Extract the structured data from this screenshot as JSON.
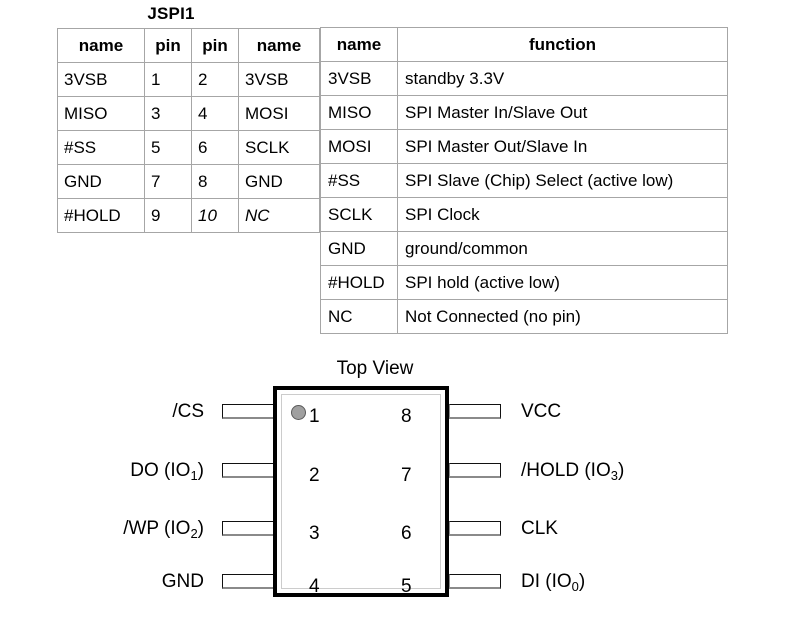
{
  "header_table": {
    "title": "JSPI1",
    "columns": [
      "name",
      "pin",
      "pin",
      "name"
    ],
    "rows": [
      {
        "name_left": "3VSB",
        "pin_left": "1",
        "pin_right": "2",
        "name_right": "3VSB",
        "italic": false
      },
      {
        "name_left": "MISO",
        "pin_left": "3",
        "pin_right": "4",
        "name_right": "MOSI",
        "italic": false
      },
      {
        "name_left": "#SS",
        "pin_left": "5",
        "pin_right": "6",
        "name_right": "SCLK",
        "italic": false
      },
      {
        "name_left": "GND",
        "pin_left": "7",
        "pin_right": "8",
        "name_right": "GND",
        "italic": false
      },
      {
        "name_left": "#HOLD",
        "pin_left": "9",
        "pin_right": "10",
        "name_right": "NC",
        "italic": true
      }
    ]
  },
  "function_table": {
    "columns": [
      "name",
      "function"
    ],
    "rows": [
      {
        "name": "3VSB",
        "function": "standby 3.3V"
      },
      {
        "name": "MISO",
        "function": "SPI Master In/Slave Out"
      },
      {
        "name": "MOSI",
        "function": "SPI Master Out/Slave In"
      },
      {
        "name": "#SS",
        "function": "SPI Slave (Chip) Select (active low)"
      },
      {
        "name": "SCLK",
        "function": "SPI Clock"
      },
      {
        "name": "GND",
        "function": "ground/common"
      },
      {
        "name": "#HOLD",
        "function": "SPI hold (active low)"
      },
      {
        "name": "NC",
        "function": "Not Connected (no pin)"
      }
    ]
  },
  "chip": {
    "view_label": "Top View",
    "package_pins": 8,
    "pin1_marker": "pin-1-dot",
    "left_pins": [
      {
        "number": "1",
        "label": "/CS",
        "sub": ""
      },
      {
        "number": "2",
        "label": "DO (IO",
        "sub": "1",
        "suffix": ")"
      },
      {
        "number": "3",
        "label": "/WP (IO",
        "sub": "2",
        "suffix": ")"
      },
      {
        "number": "4",
        "label": "GND",
        "sub": ""
      }
    ],
    "right_pins": [
      {
        "number": "8",
        "label": "VCC",
        "sub": ""
      },
      {
        "number": "7",
        "label": "/HOLD (IO",
        "sub": "3",
        "suffix": ")"
      },
      {
        "number": "6",
        "label": "CLK",
        "sub": ""
      },
      {
        "number": "5",
        "label": "DI (IO",
        "sub": "0",
        "suffix": ")"
      }
    ]
  },
  "colors": {
    "background": "#ffffff",
    "text": "#000000",
    "table_border": "#a6a6a6",
    "chip_outline": "#000000",
    "chip_inner_outline": "#cccccc",
    "pin1_dot": "#a0a0a0",
    "lead_shadow": "#8a8a8a"
  }
}
